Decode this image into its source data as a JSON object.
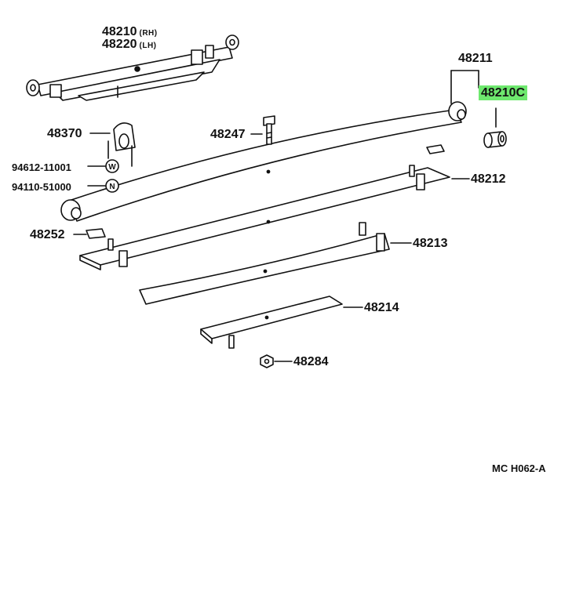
{
  "parts": {
    "spring_rh": {
      "number": "48210",
      "qualifier": "(RH)"
    },
    "spring_lh": {
      "number": "48220",
      "qualifier": "(LH)"
    },
    "leaf_no1": {
      "number": "48211"
    },
    "bushing": {
      "number": "48210C",
      "highlight_color": "#6ee86e"
    },
    "bracket": {
      "number": "48370"
    },
    "washer": {
      "number": "94612-11001",
      "symbol": "W"
    },
    "nut": {
      "number": "94110-51000",
      "symbol": "N"
    },
    "center_bolt": {
      "number": "48247"
    },
    "leaf_no2": {
      "number": "48212"
    },
    "insulator": {
      "number": "48252"
    },
    "leaf_no3": {
      "number": "48213"
    },
    "leaf_no4": {
      "number": "48214"
    },
    "center_nut": {
      "number": "48284"
    }
  },
  "diagram_code": "MC  H062-A"
}
